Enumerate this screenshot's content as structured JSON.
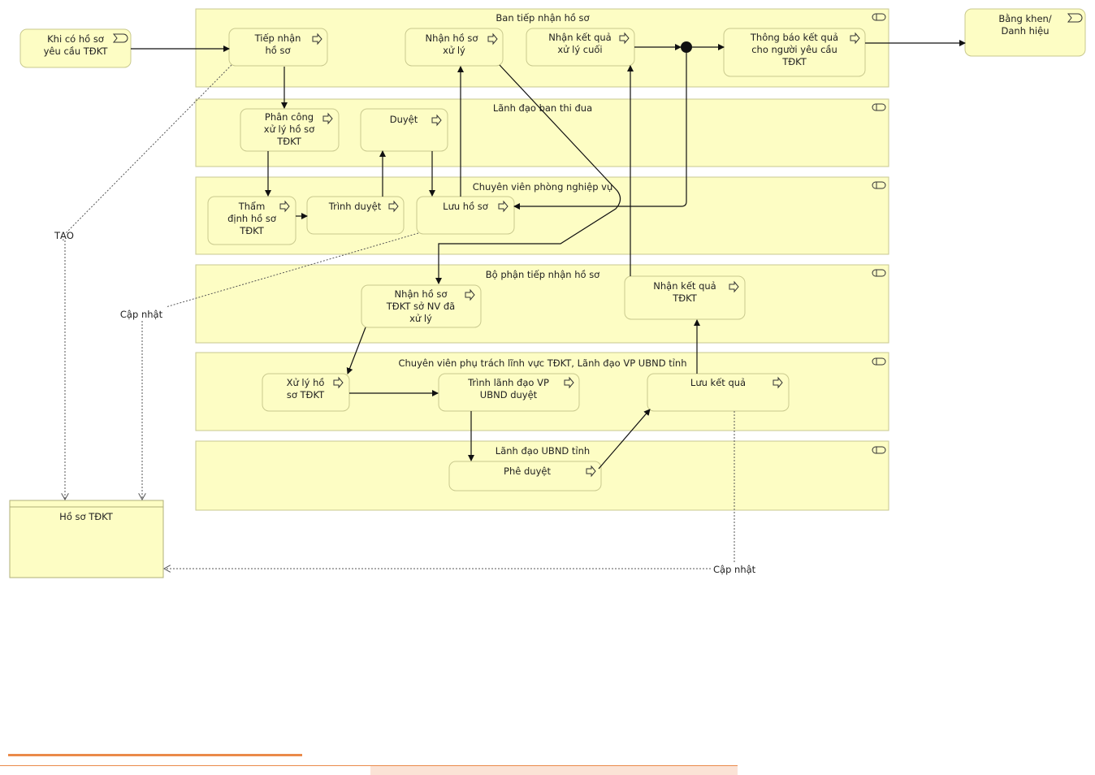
{
  "lanes": [
    {
      "id": "lane1",
      "title": "Ban tiếp nhận hồ sơ"
    },
    {
      "id": "lane2",
      "title": "Lãnh đạo ban thi đua"
    },
    {
      "id": "lane3",
      "title": "Chuyên viên phòng nghiệp vụ"
    },
    {
      "id": "lane4",
      "title": "Bộ phận tiếp nhận hồ sơ"
    },
    {
      "id": "lane5",
      "title": "Chuyên viên phụ trách lĩnh vực TĐKT, Lãnh đạo VP UBND tỉnh"
    },
    {
      "id": "lane6",
      "title": "Lãnh đạo UBND tỉnh"
    }
  ],
  "events": [
    {
      "id": "start",
      "lines": [
        "Khi có hồ sơ",
        "yêu cầu TĐKT"
      ]
    },
    {
      "id": "end",
      "lines": [
        "Bằng khen/",
        "Danh hiệu"
      ]
    }
  ],
  "tasks": [
    {
      "id": "t_tiepnhan",
      "lines": [
        "Tiếp nhận",
        "hồ sơ"
      ]
    },
    {
      "id": "t_nhanhoso_xuly",
      "lines": [
        "Nhận hồ sơ",
        "xử lý"
      ]
    },
    {
      "id": "t_nhanketqua_cuoi",
      "lines": [
        "Nhận kết quả",
        "xử lý cuối"
      ]
    },
    {
      "id": "t_thongbao",
      "lines": [
        "Thông báo kết quả",
        "cho người yêu cầu",
        "TĐKT"
      ]
    },
    {
      "id": "t_phancong",
      "lines": [
        "Phân công",
        "xử lý hồ sơ",
        "TĐKT"
      ]
    },
    {
      "id": "t_duyet",
      "lines": [
        "Duyệt"
      ]
    },
    {
      "id": "t_thamdinh",
      "lines": [
        "Thẩm",
        "định hồ sơ",
        "TĐKT"
      ]
    },
    {
      "id": "t_trinhduyet",
      "lines": [
        "Trình duyệt"
      ]
    },
    {
      "id": "t_luuhoso",
      "lines": [
        "Lưu hồ sơ"
      ]
    },
    {
      "id": "t_nhanhoso_nv",
      "lines": [
        "Nhận hồ sơ",
        "TĐKT sở NV đã",
        "xử lý"
      ]
    },
    {
      "id": "t_nhanketqua_tdkt",
      "lines": [
        "Nhận kết quả",
        "TĐKT"
      ]
    },
    {
      "id": "t_xulyhoso",
      "lines": [
        "Xử lý hồ",
        "sơ TĐKT"
      ]
    },
    {
      "id": "t_trinhlanhdao",
      "lines": [
        "Trình lãnh đạo VP",
        "UBND duyệt"
      ]
    },
    {
      "id": "t_luuketqua",
      "lines": [
        "Lưu kết quả"
      ]
    },
    {
      "id": "t_pheduyet",
      "lines": [
        "Phê duyệt"
      ]
    }
  ],
  "data_object": {
    "id": "hoso",
    "label": "Hồ sơ TĐKT"
  },
  "annotations": {
    "tao": "TẠO",
    "capnhat_left": "Cập nhật",
    "capnhat_bottom": "Cập nhật"
  },
  "colors": {
    "lane_fill": "#fdfdc4",
    "accent_footer": "#ea8a4a"
  }
}
